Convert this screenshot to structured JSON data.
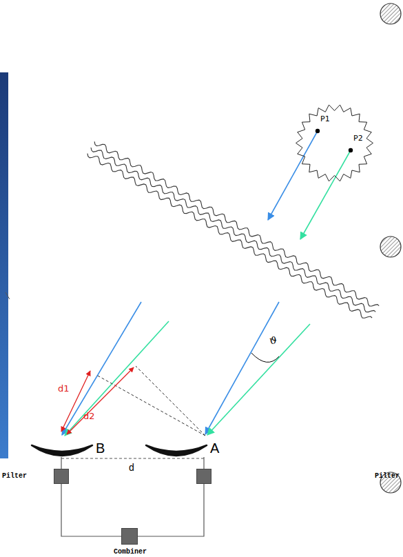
{
  "diagram": {
    "nodes": [
      {
        "text": [
          "P1",
          "P2"
        ]
      },
      {
        "text": [
          "Pilter"
        ]
      },
      {
        "text": [
          "Pilter"
        ]
      },
      {
        "text": [
          "Combiner"
        ]
      }
    ],
    "edges": [
      {
        "from": 1,
        "to": 3,
        "arrow": "none"
      },
      {
        "from": 2,
        "to": 3,
        "arrow": "none"
      }
    ],
    "labels": [
      "d1",
      "d2",
      "ϑ",
      "B",
      "A",
      "d"
    ]
  }
}
